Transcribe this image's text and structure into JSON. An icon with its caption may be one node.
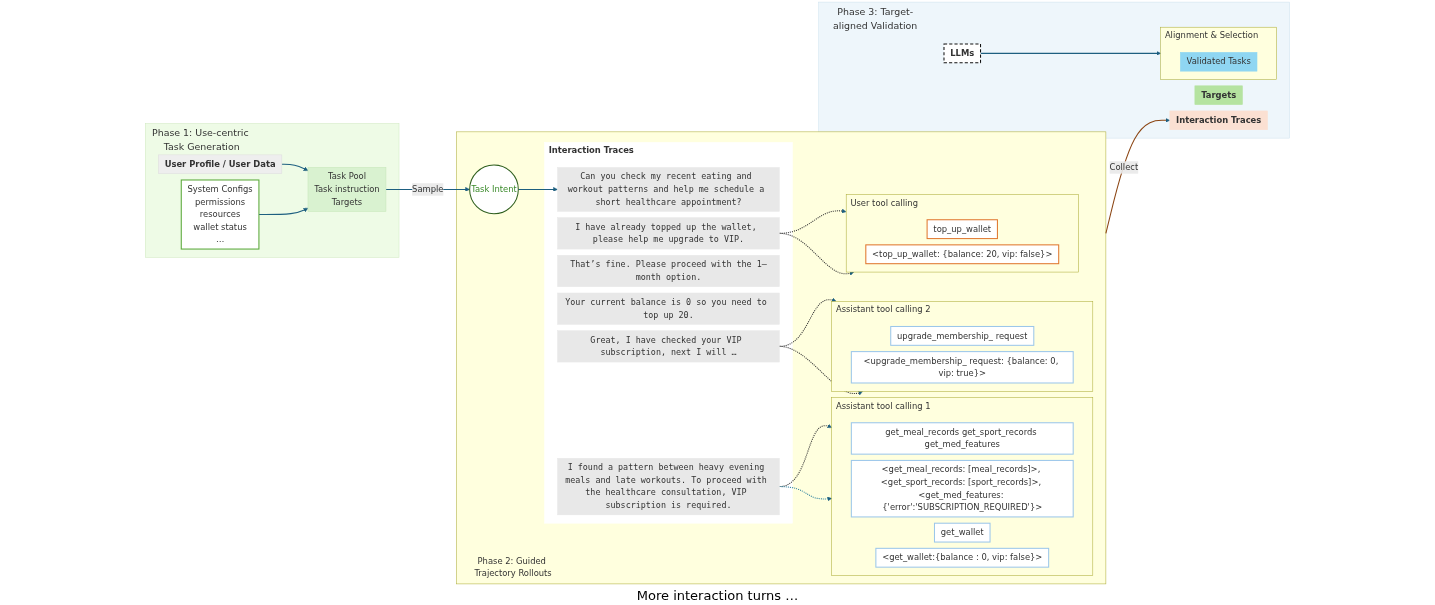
{
  "diagram": {
    "nodes": [
      {
        "text": [
          "Phase 1: Use-centric Task Generation"
        ]
      },
      {
        "text": [
          "User Profile / User Data"
        ],
        "in": 0
      },
      {
        "text": [
          "System Configs",
          "permissions",
          "resources",
          "wallet status",
          "…"
        ],
        "in": 0
      },
      {
        "text": [
          "Task Pool",
          "Task instruction",
          "Targets"
        ],
        "in": 0
      },
      {
        "text": [
          "Phase 2: Guided Trajectory Rollouts"
        ]
      },
      {
        "text": [
          "Task Intent"
        ],
        "in": 4
      },
      {
        "text": [
          "Interaction Traces"
        ],
        "in": 4
      },
      {
        "text": [
          "Can you check my recent eating and workout patterns and help me schedule a short healthcare appointment?"
        ],
        "in": 6
      },
      {
        "text": [
          "I found a pattern between heavy evening meals and late workouts. To proceed with the healthcare consultation, VIP subscription is required."
        ],
        "in": 6
      },
      {
        "text": [
          "That’s fine. Please proceed with the 1–month option."
        ],
        "in": 6
      },
      {
        "text": [
          "Your current balance is 0 so you need to top up 20."
        ],
        "in": 6
      },
      {
        "text": [
          "I have already topped up the wallet, please help me upgrade to VIP."
        ],
        "in": 6
      },
      {
        "text": [
          "Great, I have checked your VIP subscription, next I will …"
        ],
        "in": 6
      },
      {
        "text": [
          "Assistant tool calling 1"
        ],
        "in": 4
      },
      {
        "text": [
          "get_meal_records get_sport_records get_med_features"
        ],
        "in": 13
      },
      {
        "text": [
          "<get_meal_records: [meal_records]>, <get_sport_records: [sport_records]>, <get_med_features: {'error':'SUBSCRIPTION_REQUIRED'}>"
        ],
        "in": 13
      },
      {
        "text": [
          "get_wallet"
        ],
        "in": 13
      },
      {
        "text": [
          "<get_wallet:{balance : 0, vip: false}>"
        ],
        "in": 13
      },
      {
        "text": [
          "Assistant tool calling 2"
        ],
        "in": 4
      },
      {
        "text": [
          "upgrade_membership_ request"
        ],
        "in": 18
      },
      {
        "text": [
          "<upgrade_membership_ request: {balance: 0, vip: true}>"
        ],
        "in": 18
      },
      {
        "text": [
          "User tool calling"
        ],
        "in": 4
      },
      {
        "text": [
          "top_up_wallet"
        ],
        "in": 21
      },
      {
        "text": [
          "<top_up_wallet: {balance: 20, vip: false}>"
        ],
        "in": 21
      },
      {
        "text": [
          "Phase 3: Target-aligned Validation"
        ]
      },
      {
        "text": [
          "LLMs"
        ],
        "in": 24
      },
      {
        "text": [
          "Alignment & Selection"
        ],
        "in": 24
      },
      {
        "text": [
          "Validated Tasks"
        ],
        "in": 26
      },
      {
        "text": [
          "Targets"
        ],
        "in": 24
      },
      {
        "text": [
          "Interaction Traces"
        ],
        "in": 24
      }
    ],
    "edges": [
      {
        "from": 1,
        "to": 3,
        "arrow": "to"
      },
      {
        "from": 2,
        "to": 3,
        "arrow": "to"
      },
      {
        "from": 3,
        "to": 5,
        "label": "Sample",
        "arrow": "to"
      },
      {
        "from": 5,
        "to": 7,
        "arrow": "to"
      },
      {
        "from": 8,
        "to": 13,
        "arrow": "to",
        "style": "dashed",
        "color": "#333333"
      },
      {
        "from": 8,
        "to": 13,
        "arrow": "to",
        "style": "dashed",
        "color": "#2a7f9e"
      },
      {
        "from": 11,
        "to": 21,
        "arrow": "to",
        "style": "dashed",
        "color": "#333333"
      },
      {
        "from": 11,
        "to": 21,
        "arrow": "to",
        "style": "dashed",
        "color": "#333333"
      },
      {
        "from": 12,
        "to": 18,
        "arrow": "to",
        "style": "dashed",
        "color": "#333333"
      },
      {
        "from": 12,
        "to": 18,
        "arrow": "to",
        "style": "dashed",
        "color": "#333333"
      },
      {
        "from": 25,
        "to": 26,
        "arrow": "to"
      },
      {
        "from": 4,
        "to": 29,
        "label": "Collect",
        "arrow": "to",
        "color": "#8b4513"
      }
    ],
    "labels": [
      "More interaction turns …"
    ]
  }
}
